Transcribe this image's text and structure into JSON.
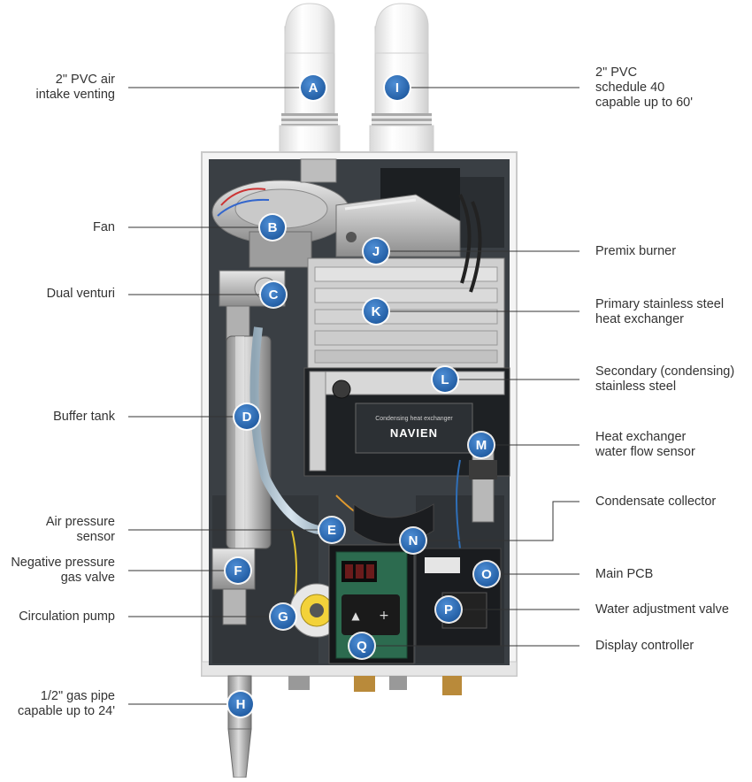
{
  "colors": {
    "badge_fill": "#2f6fb8",
    "badge_ring": "#ffffff",
    "badge_text": "#ffffff",
    "leader_line": "#333333",
    "label_text": "#333333"
  },
  "device": {
    "brand": "NAVIEN",
    "brand_caption": "Condensing heat exchanger"
  },
  "callouts": [
    {
      "letter": "A",
      "lines": [
        "2\" PVC air",
        "intake venting"
      ]
    },
    {
      "letter": "B",
      "lines": [
        "Fan"
      ]
    },
    {
      "letter": "C",
      "lines": [
        "Dual venturi"
      ]
    },
    {
      "letter": "D",
      "lines": [
        "Buffer tank"
      ]
    },
    {
      "letter": "E",
      "lines": [
        "Air pressure",
        "sensor"
      ]
    },
    {
      "letter": "F",
      "lines": [
        "Negative pressure",
        "gas valve"
      ]
    },
    {
      "letter": "G",
      "lines": [
        "Circulation pump"
      ]
    },
    {
      "letter": "H",
      "lines": [
        "1/2\" gas pipe",
        "capable up to 24'"
      ]
    },
    {
      "letter": "I",
      "lines": [
        "2\" PVC",
        "schedule 40",
        "capable up to 60'"
      ]
    },
    {
      "letter": "J",
      "lines": [
        "Premix burner"
      ]
    },
    {
      "letter": "K",
      "lines": [
        "Primary stainless steel",
        "heat exchanger"
      ]
    },
    {
      "letter": "L",
      "lines": [
        "Secondary (condensing)",
        "stainless steel"
      ]
    },
    {
      "letter": "M",
      "lines": [
        "Heat exchanger",
        "water flow sensor"
      ]
    },
    {
      "letter": "N",
      "lines": [
        "Condensate collector"
      ]
    },
    {
      "letter": "O",
      "lines": [
        "Main PCB"
      ]
    },
    {
      "letter": "P",
      "lines": [
        "Water adjustment valve"
      ]
    },
    {
      "letter": "Q",
      "lines": [
        "Display controller"
      ]
    }
  ]
}
